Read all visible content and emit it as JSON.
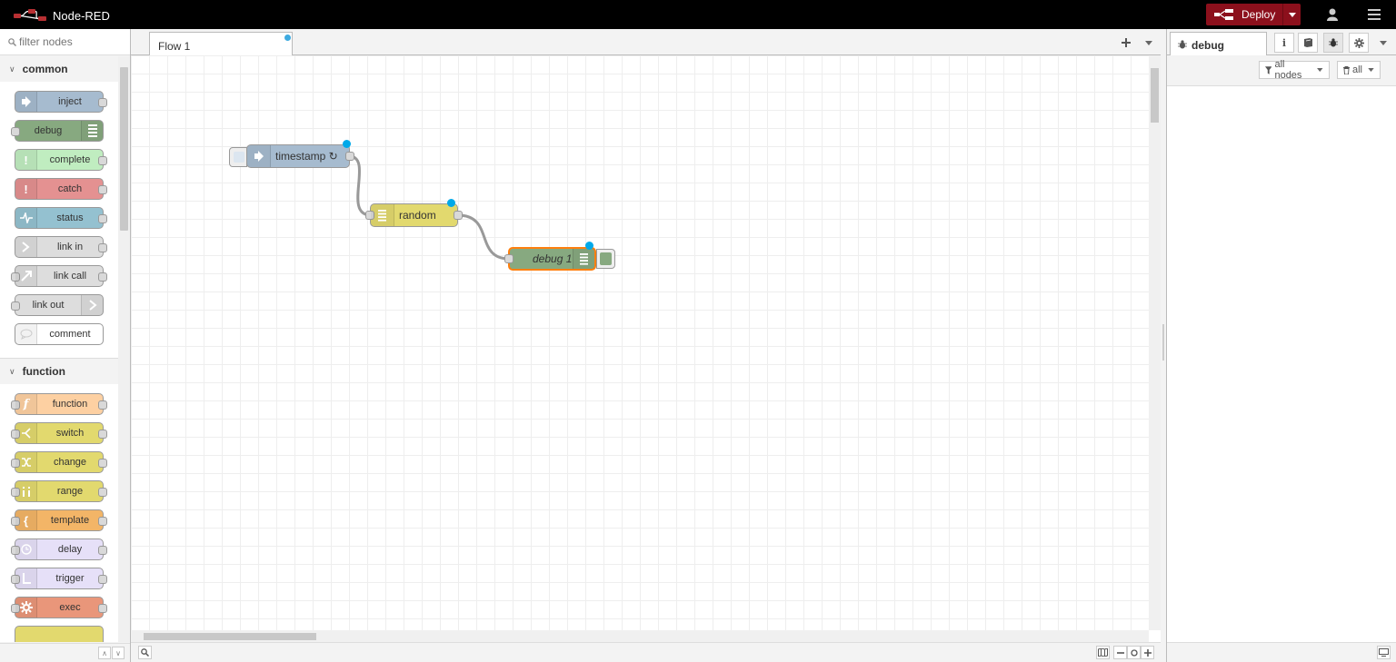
{
  "header": {
    "title": "Node-RED",
    "deploy_label": "Deploy"
  },
  "palette": {
    "search_placeholder": "filter nodes",
    "categories": [
      {
        "name": "common",
        "nodes": [
          {
            "label": "inject",
            "color": "#a6bbcf"
          },
          {
            "label": "debug",
            "color": "#87a980"
          },
          {
            "label": "complete",
            "color": "#c0edc0"
          },
          {
            "label": "catch",
            "color": "#e49191"
          },
          {
            "label": "status",
            "color": "#94c1d0"
          },
          {
            "label": "link in",
            "color": "#dddddd"
          },
          {
            "label": "link call",
            "color": "#dddddd"
          },
          {
            "label": "link out",
            "color": "#dddddd"
          },
          {
            "label": "comment",
            "color": "#ffffff"
          }
        ]
      },
      {
        "name": "function",
        "nodes": [
          {
            "label": "function",
            "color": "#fdd0a2"
          },
          {
            "label": "switch",
            "color": "#e2d96e"
          },
          {
            "label": "change",
            "color": "#e2d96e"
          },
          {
            "label": "range",
            "color": "#e2d96e"
          },
          {
            "label": "template",
            "color": "#f3b567"
          },
          {
            "label": "delay",
            "color": "#e6e0f8"
          },
          {
            "label": "trigger",
            "color": "#e6e0f8"
          },
          {
            "label": "exec",
            "color": "#e9967a"
          }
        ]
      }
    ]
  },
  "workspace": {
    "tabs": [
      {
        "label": "Flow 1"
      }
    ],
    "nodes": {
      "timestamp": {
        "label": "timestamp ↻",
        "color": "#a6bbcf"
      },
      "random": {
        "label": "random",
        "color": "#e2d96e"
      },
      "debug1": {
        "label": "debug 1",
        "color": "#87a980",
        "selected_border": "#ff7f0e"
      }
    }
  },
  "sidebar": {
    "active_tab": "debug",
    "filter_nodes": "all nodes",
    "filter_clear": "all"
  }
}
